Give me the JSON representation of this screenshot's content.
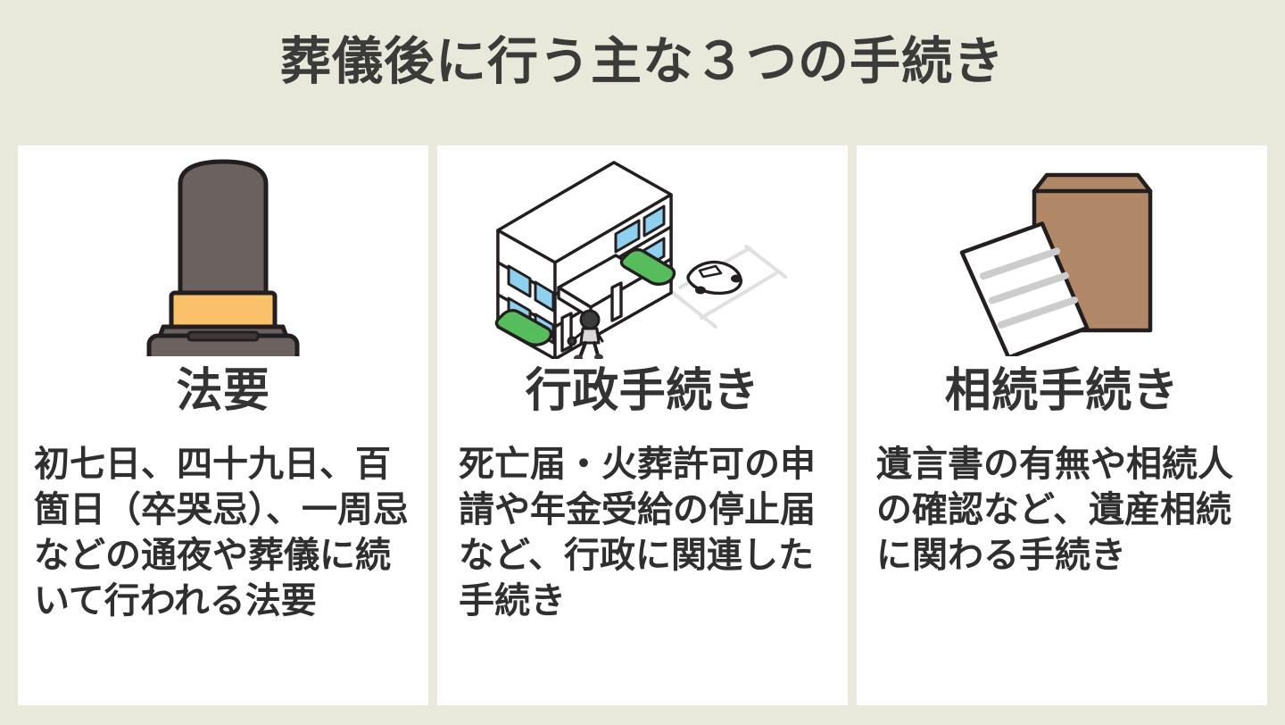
{
  "page": {
    "title": "葬儀後に行う主な３つの手続き",
    "background_color": "#e9e9db",
    "card_background_color": "#ffffff",
    "title_color": "#3b3b3a",
    "heading_color": "#333333",
    "body_color": "#2f2f2f"
  },
  "cards": [
    {
      "icon_name": "gravestone-icon",
      "heading": "法要",
      "body": "初七日、四十九日、百箇日（卒哭忌）、一周忌などの通夜や葬儀に続いて行われる法要",
      "icon_colors": {
        "stone": "#6b6260",
        "stone_dark": "#574f4d",
        "band": "#fbc06a",
        "outline": "#231f20"
      }
    },
    {
      "icon_name": "city-hall-building-icon",
      "heading": "行政手続き",
      "body": "死亡届・火葬許可の申請や年金受給の停止届など、行政に関連した手続き",
      "icon_colors": {
        "window": "#8fd0ef",
        "hedge": "#57bd5c",
        "outline": "#231f20",
        "pavement": "#e0e0e0"
      }
    },
    {
      "icon_name": "envelope-and-document-icon",
      "heading": "相続手続き",
      "body": "遺言書の有無や相続人の確認など、遺産相続に関わる手続き",
      "icon_colors": {
        "envelope": "#b08868",
        "envelope_flap": "#a87f5f",
        "paper": "#ffffff",
        "lines": "#cccccc",
        "outline": "#231f20"
      }
    }
  ]
}
